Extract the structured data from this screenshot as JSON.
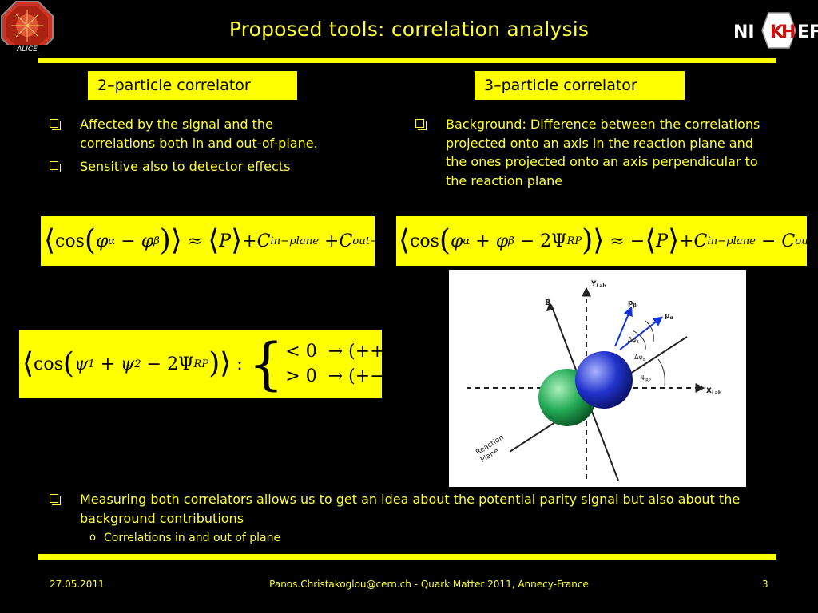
{
  "header": {
    "title": "Proposed tools: correlation analysis",
    "logo_left_text": "ALICE",
    "logo_right_text": "NIKHEF"
  },
  "left": {
    "label": "2–particle correlator",
    "bullets": [
      "Affected by the signal and the correlations both in and out-of-plane.",
      "Sensitive also to detector effects"
    ]
  },
  "right": {
    "label": "3–particle correlator",
    "bullets": [
      "Background: Difference between the correlations projected onto an axis in the reaction plane and the ones projected onto an axis perpendicular to the reaction plane"
    ]
  },
  "diagram": {
    "y_axis": "Y",
    "y_axis_sub": "Lab",
    "x_axis": "X",
    "x_axis_sub": "Lab",
    "b_label": "B",
    "p_beta": "p",
    "p_beta_sub": "β",
    "p_alpha": "p",
    "p_alpha_sub": "α",
    "dphi_beta": "Δφ",
    "dphi_beta_sub": "β",
    "dphi_alpha": "Δφ",
    "dphi_alpha_sub": "α",
    "psi": "Ψ",
    "psi_sub": "RP",
    "reaction_plane_1": "Reaction",
    "reaction_plane_2": "Plane"
  },
  "bottom": {
    "bullet": "Measuring both correlators allows us to get an idea about the potential parity signal but also about the background contributions",
    "sub_bullet": "Correlations in and out of plane"
  },
  "footer": {
    "date": "27.05.2011",
    "center": "Panos.Christakoglou@cern.ch - Quark Matter 2011, Annecy-France",
    "page": "3"
  },
  "colors": {
    "background": "#000000",
    "text": "#ffff33",
    "accent": "#ffff00",
    "sphere_blue": "#2233cc",
    "sphere_green": "#22aa55"
  }
}
